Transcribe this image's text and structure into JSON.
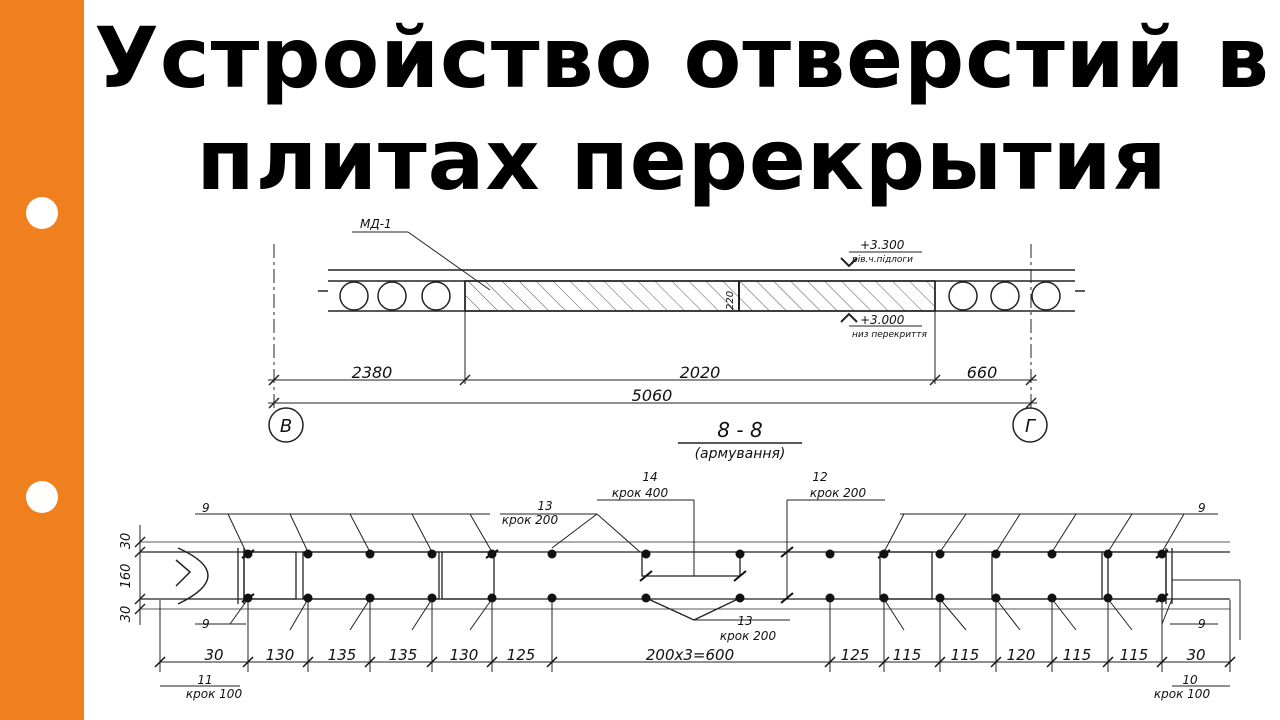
{
  "slide": {
    "title_line1": "Устройство отверстий в",
    "title_line2": "плитах перекрытия",
    "accent_color": "#f07f1e"
  },
  "elevation": {
    "slab_mark": "МД-1",
    "top_level": "+3.300",
    "top_level_note": "рів.ч.підлоги",
    "bottom_level": "+3.000",
    "bottom_level_note": "низ перекриття",
    "thickness": "220",
    "dimensions": [
      "2380",
      "2020",
      "660"
    ],
    "total_dimension": "5060",
    "axis_left": "В",
    "axis_right": "Г"
  },
  "section": {
    "title": "8 - 8",
    "subtitle": "(армування)",
    "callout_14_num": "14",
    "callout_14_step": "крок 400",
    "callout_12_num": "12",
    "callout_12_step": "крок 200",
    "callout_13_top_num": "13",
    "callout_13_top_step": "крок 200",
    "callout_13_bottom_num": "13",
    "callout_13_bottom_step": "крок 200",
    "callout_9_tl": "9",
    "callout_9_tr": "9",
    "callout_9_bl": "9",
    "callout_9_br": "9",
    "callout_11_num": "11",
    "callout_11_step": "крок 100",
    "callout_10_num": "10",
    "callout_10_step": "крок 100",
    "vertical_dims": [
      "30",
      "160",
      "30"
    ],
    "bottom_dims_left": [
      "30",
      "130",
      "135",
      "135",
      "130",
      "125"
    ],
    "bottom_dim_middle": "200х3=600",
    "bottom_dims_right": [
      "125",
      "115",
      "115",
      "120",
      "115",
      "115",
      "30"
    ]
  }
}
